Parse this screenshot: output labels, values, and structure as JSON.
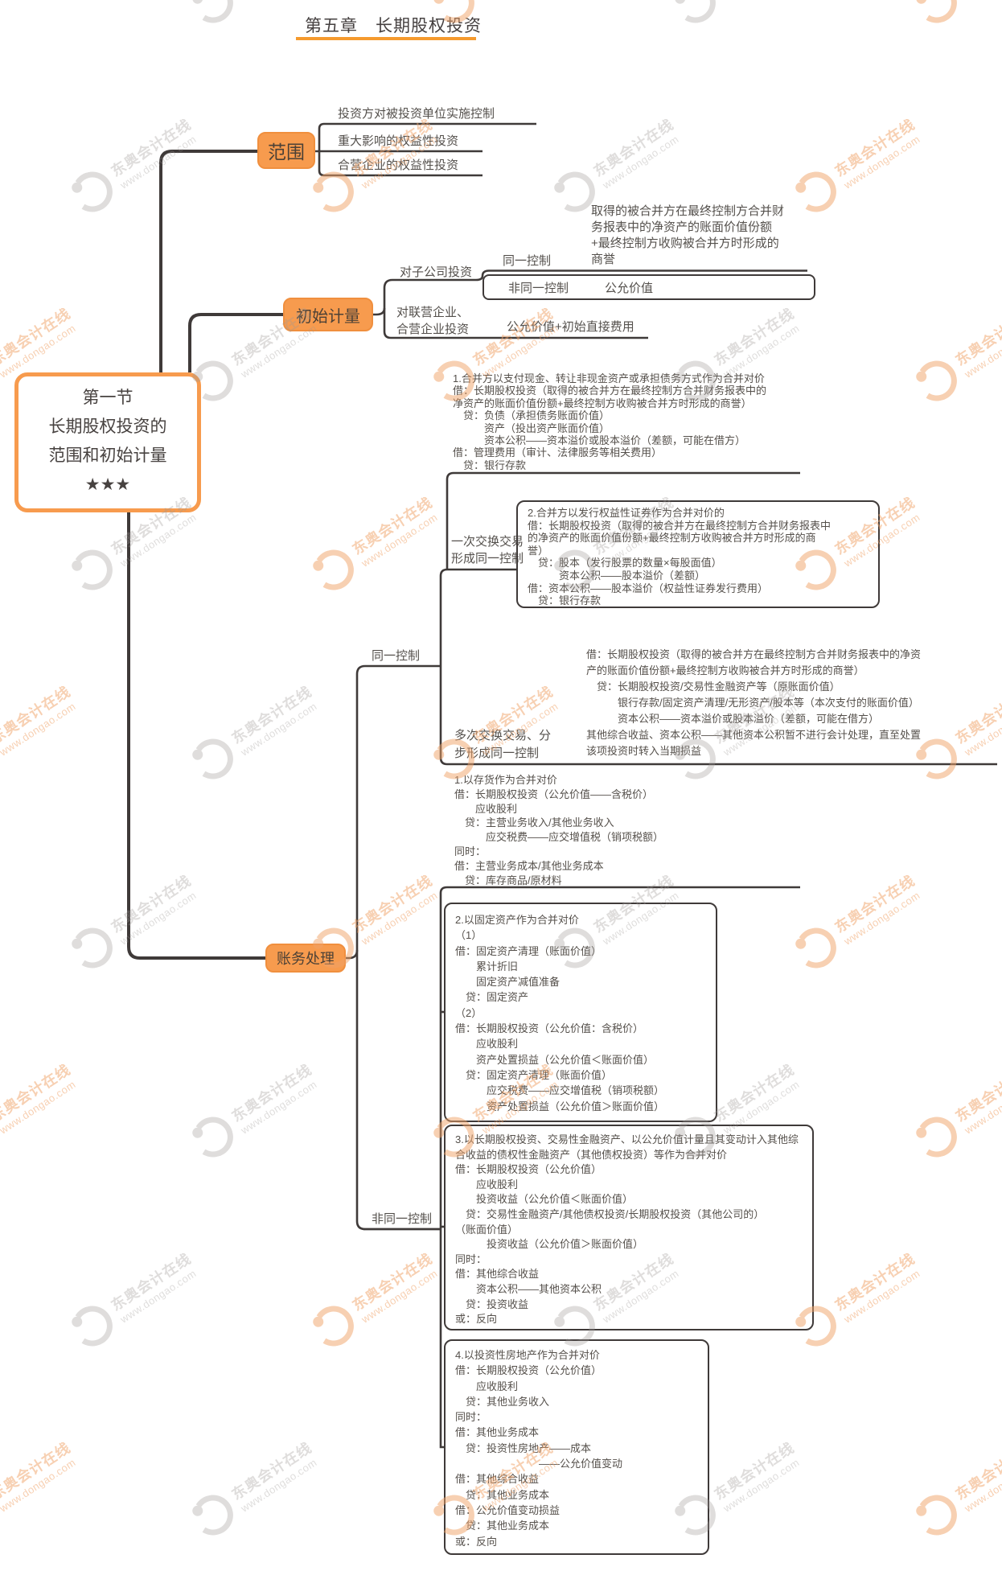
{
  "watermark": {
    "brand": "东奥会计在线",
    "url": "www.dongao.com"
  },
  "header": {
    "title": "第五章　长期股权投资"
  },
  "root": {
    "text": "第一节\n长期股权投资的\n范围和初始计量\n★★★"
  },
  "branches": {
    "scope": {
      "label": "范围",
      "items": [
        "投资方对被投资单位实施控制",
        "重大影响的权益性投资",
        "合营企业的权益性投资"
      ]
    },
    "initial": {
      "label": "初始计量",
      "subsidiary_label": "对子公司投资",
      "same_control_label": "同一控制",
      "same_control_value": "取得的被合并方在最终控制方合并财\n务报表中的净资产的账面价值份额\n+最终控制方收购被合并方时形成的\n商誉",
      "non_same_control_label": "非同一控制",
      "non_same_control_value": "公允价值",
      "associates_label": "对联营企业、\n合营企业投资",
      "associates_value": "公允价值+初始直接费用"
    },
    "accounting": {
      "label": "账务处理",
      "same_label": "同一控制",
      "single_label": "一次交换交易\n形成同一控制",
      "single_block1": "1.合并方以支付现金、转让非现金资产或承担债务方式作为合并对价\n借：长期股权投资（取得的被合并方在最终控制方合并财务报表中的\n净资产的账面价值份额+最终控制方收购被合并方时形成的商誉）\n　贷：负债（承担债务账面价值）\n　　　资产（投出资产账面价值）\n　　　资本公积——资本溢价或股本溢价（差额，可能在借方）\n借：管理费用（审计、法律服务等相关费用）\n　贷：银行存款",
      "single_block2": "2.合并方以发行权益性证券作为合并对价的\n借：长期股权投资（取得的被合并方在最终控制方合并财务报表中\n的净资产的账面价值份额+最终控制方收购被合并方时形成的商\n誉）\n　贷：股本（发行股票的数量×每股面值）\n　　　资本公积——股本溢价（差额）\n借：资本公积——股本溢价（权益性证券发行费用）\n　贷：银行存款",
      "multi_label": "多次交换交易、分\n步形成同一控制",
      "multi_block": "借：长期股权投资（取得的被合并方在最终控制方合并财务报表中的净资\n产的账面价值份额+最终控制方收购被合并方时形成的商誉）\n　贷：长期股权投资/交易性金融资产等（原账面价值）\n　　　银行存款/固定资产清理/无形资产/股本等（本次支付的账面价值）\n　　　资本公积——资本溢价或股本溢价（差额，可能在借方）\n其他综合收益、资本公积——其他资本公积暂不进行会计处理，直至处置\n该项投资时转入当期损益",
      "non_same_label": "非同一控制",
      "ns_block1": "1.以存货作为合并对价\n借：长期股权投资（公允价值——含税价）\n　　应收股利\n　贷：主营业务收入/其他业务收入\n　　　应交税费——应交增值税（销项税额）\n同时：\n借：主营业务成本/其他业务成本\n　贷：库存商品/原材料",
      "ns_block2": "2.以固定资产作为合并对价\n（1）\n借：固定资产清理（账面价值）\n　　累计折旧\n　　固定资产减值准备\n　贷：固定资产\n（2）\n借：长期股权投资（公允价值：含税价）\n　　应收股利\n　　资产处置损益（公允价值＜账面价值）\n　贷：固定资产清理（账面价值）\n　　　应交税费——应交增值税（销项税额）\n　　　资产处置损益（公允价值＞账面价值）",
      "ns_block3": "3.以长期股权投资、交易性金融资产、以公允价值计量且其变动计入其他综\n合收益的债权性金融资产（其他债权投资）等作为合并对价\n借：长期股权投资（公允价值）\n　　应收股利\n　　投资收益（公允价值＜账面价值）\n　贷：交易性金融资产/其他债权投资/长期股权投资（其他公司的）\n（账面价值）\n　　　投资收益（公允价值＞账面价值）\n同时：\n借：其他综合收益\n　　资本公积——其他资本公积\n　贷：投资收益\n或：反向",
      "ns_block4": "4.以投资性房地产作为合并对价\n借：长期股权投资（公允价值）\n　　应收股利\n　贷：其他业务收入\n同时：\n借：其他业务成本\n　贷：投资性房地产——成本\n　　　　　　　　——公允价值变动\n借：其他综合收益\n　贷：其他业务成本\n借：公允价值变动损益\n　贷：其他业务成本\n或：反向"
    }
  },
  "colors": {
    "accent_orange": "#f79b4e",
    "line_dark": "#3f3a39",
    "title_underline": "#f59a2e"
  }
}
